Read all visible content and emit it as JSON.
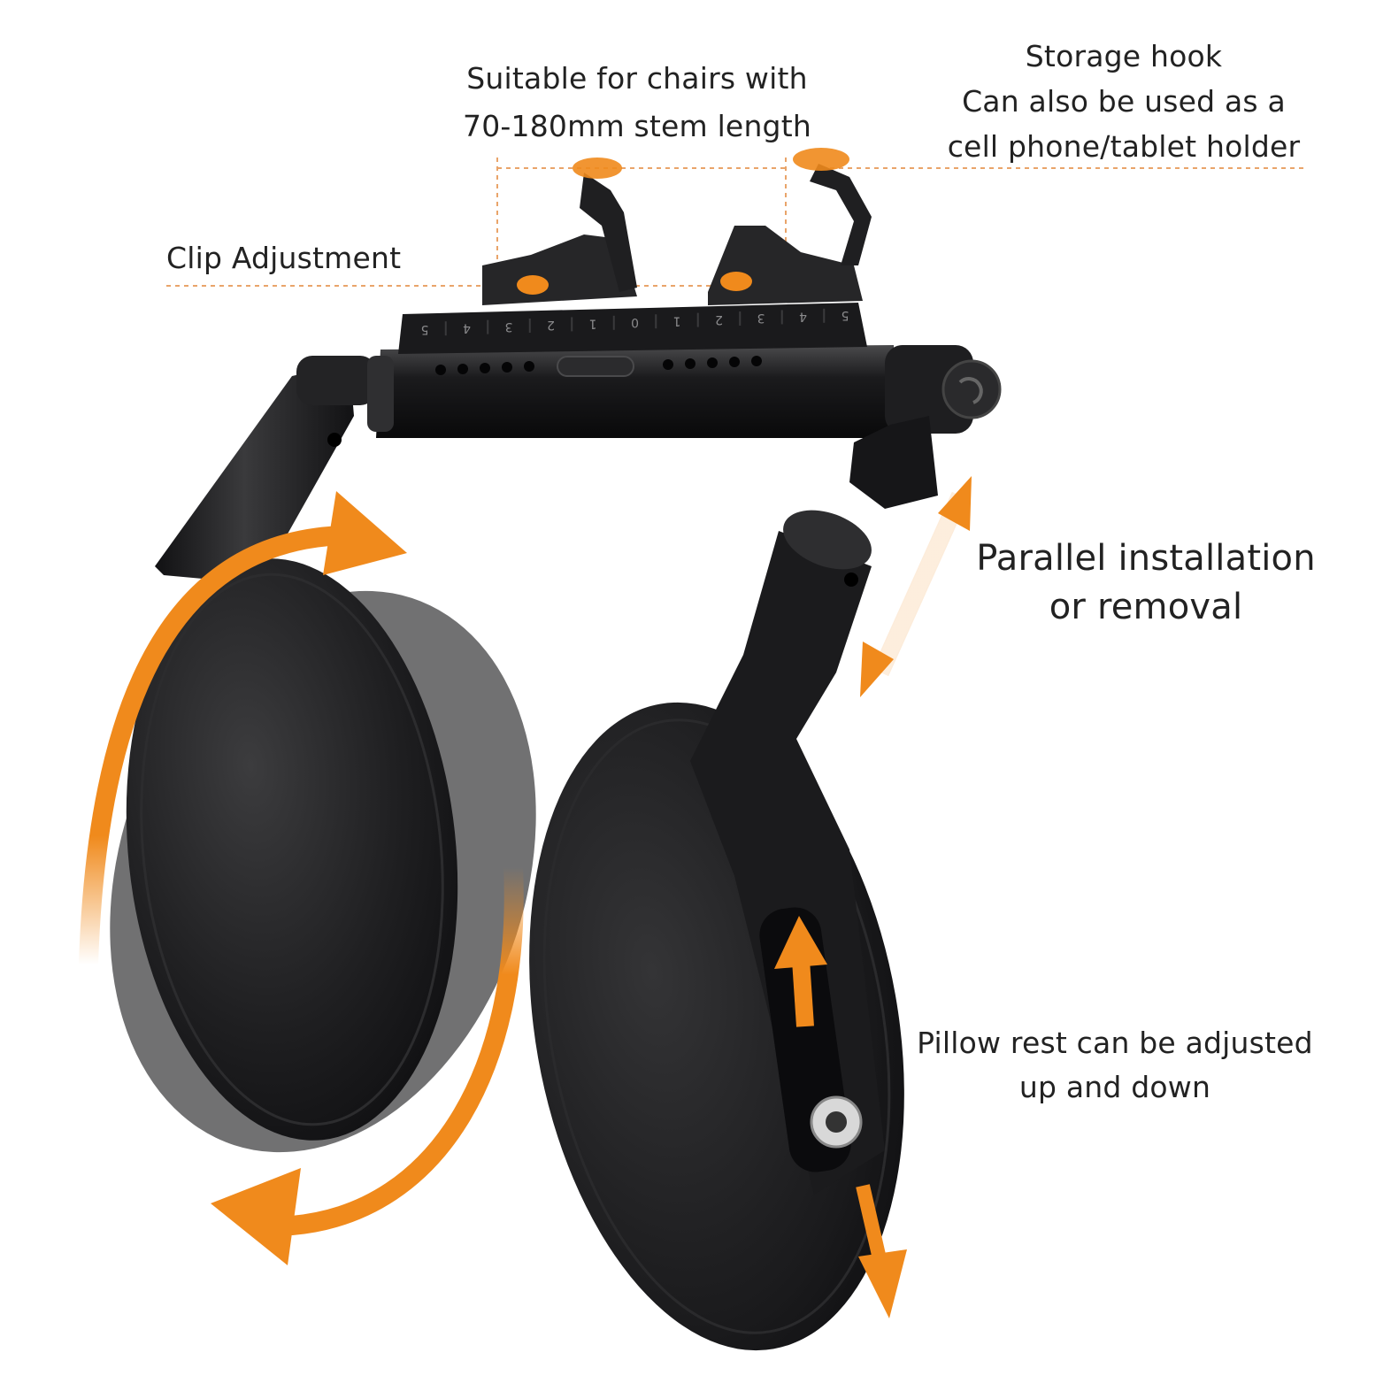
{
  "colors": {
    "accent": "#f08a1c",
    "product": "#1c1c1e",
    "guide_line": "#e9a46a",
    "text": "#222222"
  },
  "callouts": {
    "stem": {
      "lines": [
        "Suitable for chairs with",
        "70-180mm stem length"
      ]
    },
    "hook": {
      "lines": [
        "Storage hook",
        "Can also be used as a",
        "cell phone/tablet holder"
      ]
    },
    "clip": {
      "lines": [
        "Clip Adjustment"
      ]
    },
    "parallel": {
      "lines": [
        "Parallel installation",
        "or removal"
      ]
    },
    "pillow": {
      "lines": [
        "Pillow rest can be adjusted",
        "up and down"
      ]
    }
  },
  "scale_markings": [
    "5",
    "4",
    "3",
    "2",
    "1",
    "0",
    "1",
    "2",
    "3",
    "4",
    "5"
  ],
  "product_parts": {
    "hooks": "hook-icon",
    "clips": "clip-icon",
    "crossbar": "crossbar",
    "left_pillow": "pillow-cushion",
    "right_pillow": "pillow-cushion",
    "knob": "knob-icon"
  }
}
